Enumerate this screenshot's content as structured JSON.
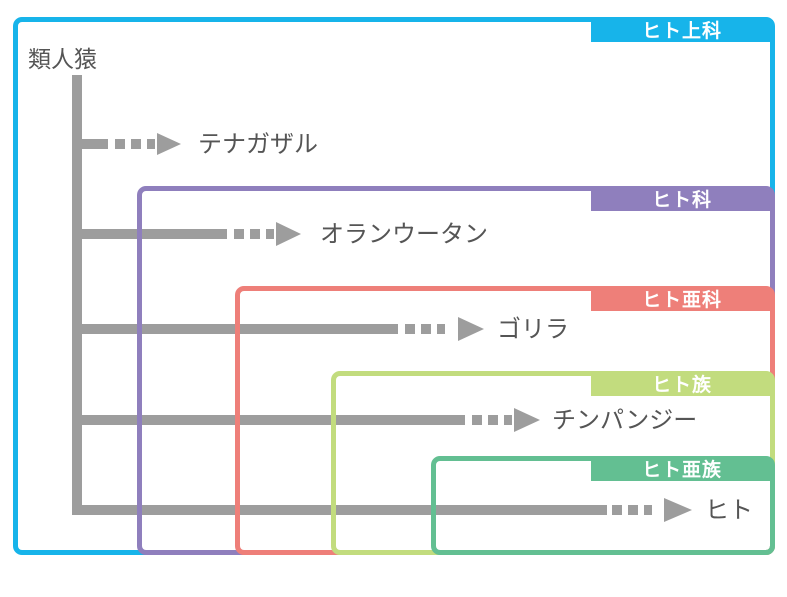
{
  "root_label": "類人猿",
  "groups": [
    {
      "label": "ヒト上科",
      "color": "#17b4ea"
    },
    {
      "label": "ヒト科",
      "color": "#8f7fbd"
    },
    {
      "label": "ヒト亜科",
      "color": "#ee7f79"
    },
    {
      "label": "ヒト族",
      "color": "#c2dc7e"
    },
    {
      "label": "ヒト亜族",
      "color": "#63bf92"
    }
  ],
  "species": [
    {
      "label": "テナガザル"
    },
    {
      "label": "オランウータン"
    },
    {
      "label": "ゴリラ"
    },
    {
      "label": "チンパンジー"
    },
    {
      "label": "ヒト"
    }
  ],
  "branch_color": "#8c8c8c"
}
